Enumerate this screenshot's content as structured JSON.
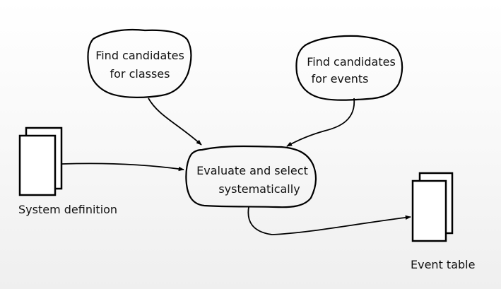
{
  "diagram": {
    "find_classes": {
      "line1": "Find candidates",
      "line2": "for classes"
    },
    "find_events": {
      "line1": "Find candidates",
      "line2": "for events"
    },
    "evaluate": {
      "line1": "Evaluate and select",
      "line2": "systematically"
    },
    "system_definition": {
      "label": "System definition"
    },
    "event_table": {
      "label": "Event table"
    },
    "colors": {
      "stroke": "#000000",
      "paper": "#ffffff"
    }
  }
}
